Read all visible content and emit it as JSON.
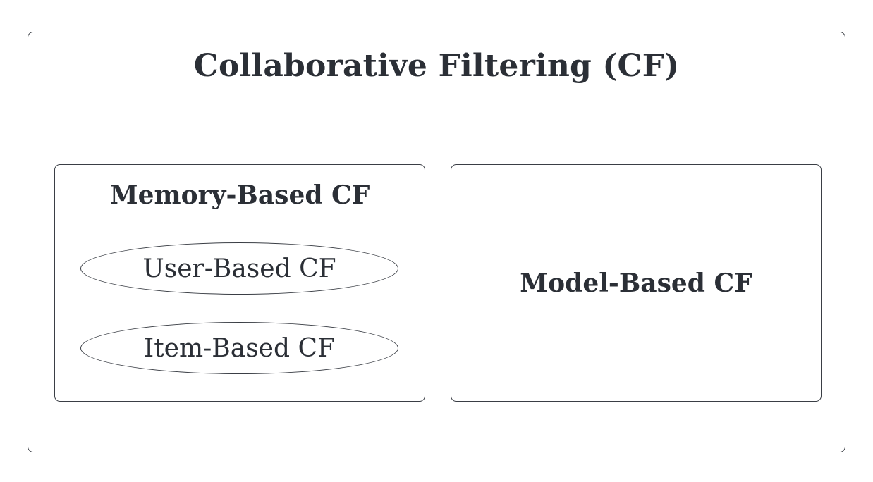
{
  "diagram": {
    "title": "Collaborative Filtering (CF)",
    "memory_based": {
      "title": "Memory-Based CF",
      "children": [
        {
          "label": "User-Based CF"
        },
        {
          "label": "Item-Based CF"
        }
      ]
    },
    "model_based": {
      "title": "Model-Based CF"
    }
  }
}
